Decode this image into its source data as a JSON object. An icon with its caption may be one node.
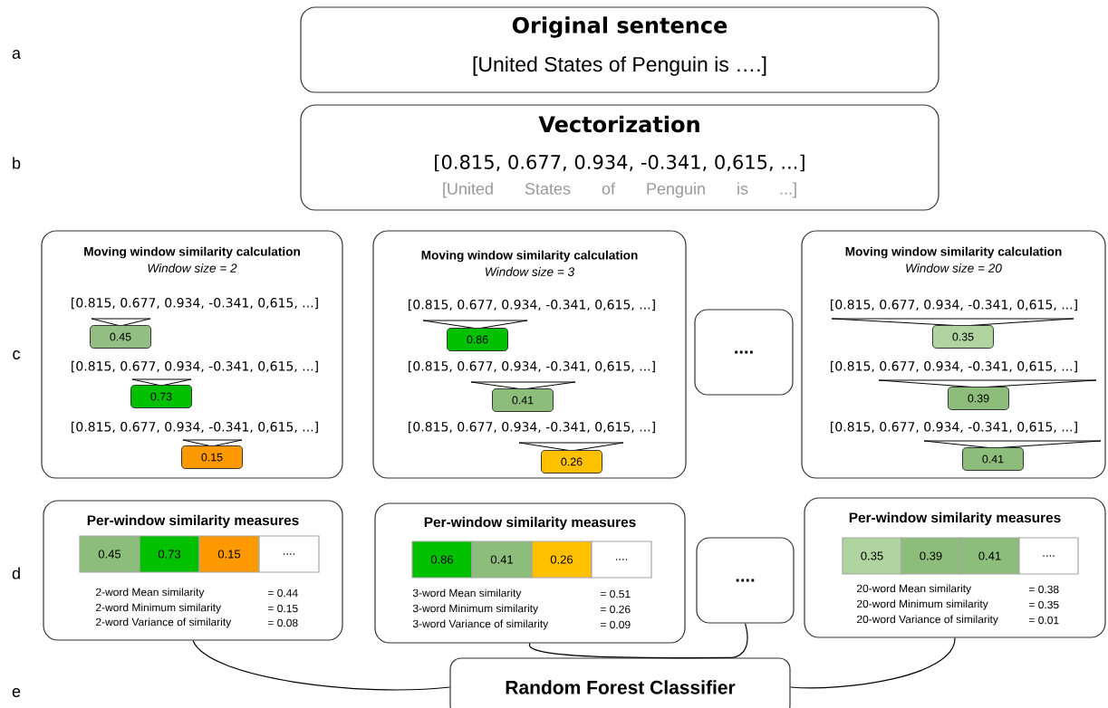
{
  "diagram": {
    "nodes": [
      {
        "text": [
          "Original sentence",
          "[United States of Penguin is ….]"
        ]
      },
      {
        "text": [
          "Vectorization",
          "[0.815, 0.677, 0.934, -0.341, 0,615, ...]",
          "[United States of Penguin is ...]"
        ]
      },
      {
        "text": [
          "Moving window similarity calculation",
          "Window size = 2",
          "[0.815, 0.677, 0.934, -0.341, 0,615, ...]",
          "[0.815, 0.677, 0.934, -0.341, 0,615, ...]",
          "[0.815, 0.677, 0.934, -0.341, 0,615, ...]"
        ]
      },
      {
        "text": [
          "0.45"
        ],
        "in": 2
      },
      {
        "text": [
          "0.73"
        ],
        "in": 2
      },
      {
        "text": [
          "0.15"
        ],
        "in": 2
      },
      {
        "text": [
          "Moving window similarity calculation",
          "Window size = 3",
          "[0.815, 0.677, 0.934, -0.341, 0,615, ...]",
          "[0.815, 0.677, 0.934, -0.341, 0,615, ...]",
          "[0.815, 0.677, 0.934, -0.341, 0,615, ...]"
        ]
      },
      {
        "text": [
          "0.86"
        ],
        "in": 6
      },
      {
        "text": [
          "0.41"
        ],
        "in": 6
      },
      {
        "text": [
          "0.26"
        ],
        "in": 6
      },
      {
        "text": [
          "...."
        ]
      },
      {
        "text": [
          "Moving window similarity calculation",
          "Window size = 20",
          "[0.815, 0.677, 0.934, -0.341, 0,615, ...]",
          "[0.815, 0.677, 0.934, -0.341, 0,615, ...]",
          "[0.815, 0.677, 0.934, -0.341, 0,615, ...]"
        ]
      },
      {
        "text": [
          "0.35"
        ],
        "in": 11
      },
      {
        "text": [
          "0.39"
        ],
        "in": 11
      },
      {
        "text": [
          "0.41"
        ],
        "in": 11
      },
      {
        "text": [
          "Per-window similarity measures",
          "2-word Mean similarity",
          "= 0.44",
          "2-word Minimum similarity",
          "= 0.15",
          "2-word Variance of similarity",
          "= 0.08"
        ]
      },
      {
        "text": [
          "0.45"
        ],
        "in": 15
      },
      {
        "text": [
          "0.73"
        ],
        "in": 15
      },
      {
        "text": [
          "0.15"
        ],
        "in": 15
      },
      {
        "text": [
          "...."
        ],
        "in": 15
      },
      {
        "text": [
          "Per-window similarity measures",
          "3-word Mean similarity",
          "= 0.51",
          "3-word Minimum similarity",
          "= 0.26",
          "3-word Variance of similarity",
          "= 0.09"
        ]
      },
      {
        "text": [
          "0.86"
        ],
        "in": 20
      },
      {
        "text": [
          "0.41"
        ],
        "in": 20
      },
      {
        "text": [
          "0.26"
        ],
        "in": 20
      },
      {
        "text": [
          "...."
        ],
        "in": 20
      },
      {
        "text": [
          "...."
        ]
      },
      {
        "text": [
          "Per-window similarity measures",
          "20-word Mean similarity",
          "= 0.38",
          "20-word Minimum similarity",
          "= 0.35",
          "20-word Variance of similarity",
          "= 0.01"
        ]
      },
      {
        "text": [
          "0.35"
        ],
        "in": 26
      },
      {
        "text": [
          "0.39"
        ],
        "in": 26
      },
      {
        "text": [
          "0.41"
        ],
        "in": 26
      },
      {
        "text": [
          "...."
        ],
        "in": 26
      },
      {
        "text": [
          "Random Forest Classifier"
        ]
      }
    ],
    "edges": [
      {
        "from": 15,
        "to": 31,
        "arrow": "none"
      },
      {
        "from": 20,
        "to": 31,
        "arrow": "none"
      },
      {
        "from": 25,
        "to": 31,
        "arrow": "none"
      },
      {
        "from": 26,
        "to": 31,
        "arrow": "none"
      }
    ],
    "labels": [
      "a",
      "b",
      "c",
      "d",
      "e"
    ]
  }
}
